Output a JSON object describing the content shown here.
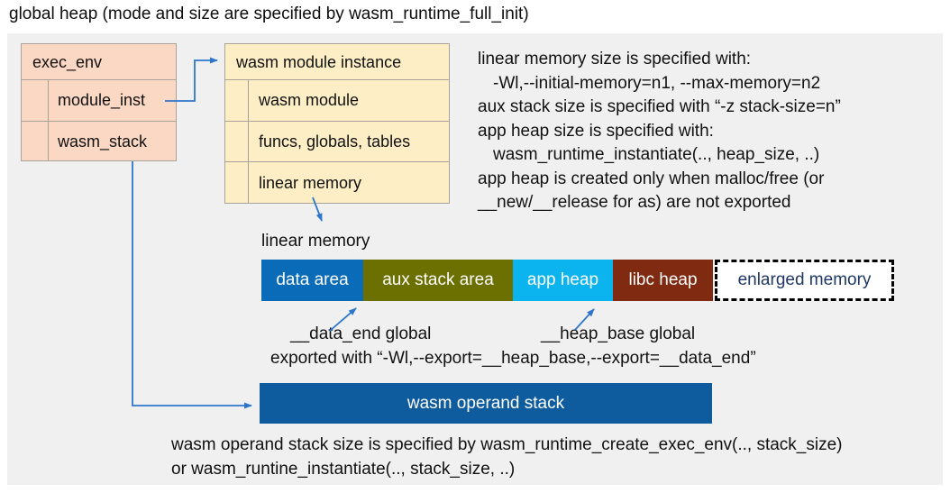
{
  "title": "global heap (mode and size are specified by wasm_runtime_full_init)",
  "exec_env": {
    "header": "exec_env",
    "rows": [
      "module_inst",
      "wasm_stack"
    ]
  },
  "module_instance": {
    "header": "wasm module instance",
    "rows": [
      "wasm module",
      "funcs, globals, tables",
      "linear memory"
    ]
  },
  "notes": {
    "lines": [
      "linear memory size is specified with:",
      "-Wl,--initial-memory=n1, --max-memory=n2",
      "aux stack size is specified with “-z stack-size=n”",
      "app heap size is specified with:",
      "wasm_runtime_instantiate(.., heap_size, ..)",
      "app heap is created only when malloc/free (or",
      "__new/__release for as) are not exported"
    ]
  },
  "linear_memory": {
    "label": "linear memory",
    "segments": [
      {
        "label": "data area",
        "color": "#0a6cb8"
      },
      {
        "label": "aux stack area",
        "color": "#6c7000"
      },
      {
        "label": "app heap",
        "color": "#0cb4ef"
      },
      {
        "label": "libc heap",
        "color": "#802a12"
      }
    ],
    "enlarged_label": "enlarged memory"
  },
  "annotations": {
    "data_end_label": "__data_end global",
    "heap_base_label": "__heap_base global",
    "exported_line": "exported with “-Wl,--export=__heap_base,--export=__data_end”"
  },
  "operand_stack_label": "wasm operand stack",
  "footer": {
    "lines": [
      "wasm operand stack size is specified by wasm_runtime_create_exec_env(.., stack_size)",
      "or wasm_runtine_instantiate(.., stack_size, ..)"
    ]
  },
  "colors": {
    "panel_bg": "#f0f0f0",
    "exec_env_fill": "#fbd8c3",
    "module_instance_fill": "#fdeec6",
    "box_border": "#a9a29b",
    "data_area": "#0a6cb8",
    "aux_stack_area": "#6c7000",
    "app_heap": "#0cb4ef",
    "libc_heap": "#802a12",
    "operand_stack": "#0e5c9e",
    "arrow": "#2e76cb",
    "enlarged_text": "#1f3864"
  }
}
